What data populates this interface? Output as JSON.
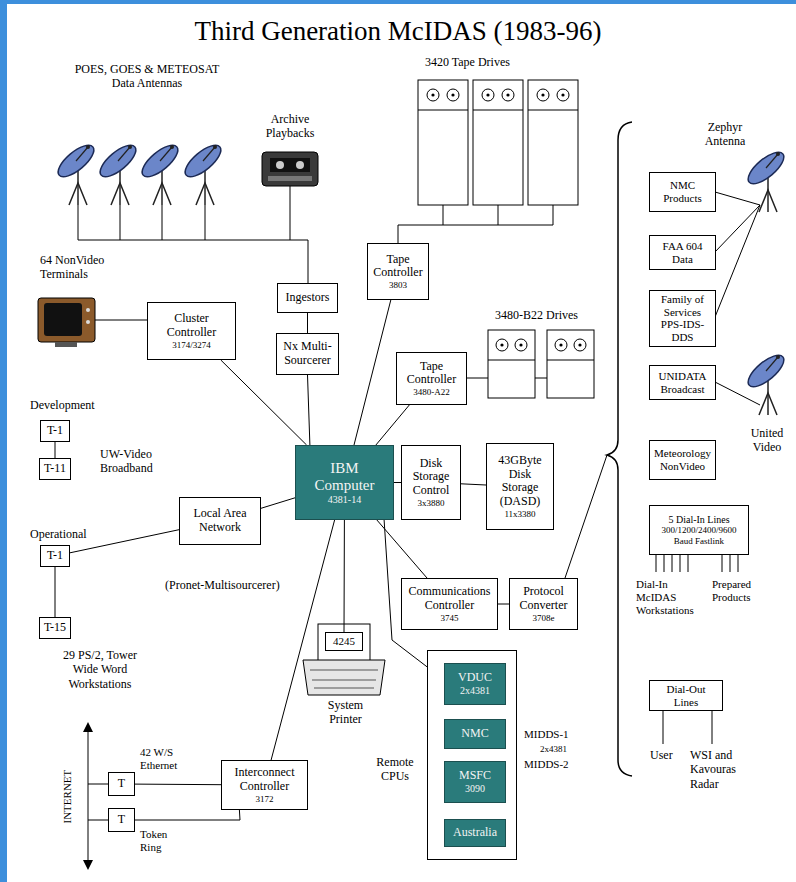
{
  "diagram": {
    "title": "Third Generation McIDAS (1983-96)",
    "nodes": [
      {
        "text": [
          "Ingestors"
        ]
      },
      {
        "text": [
          "Tape Controller",
          "3803"
        ]
      },
      {
        "text": [
          "Cluster Controller",
          "3174/3274"
        ]
      },
      {
        "text": [
          "Nx Multi-Sourcerer"
        ]
      },
      {
        "text": [
          "Tape Controller",
          "3480-A22"
        ]
      },
      {
        "text": [
          "IBM Computer",
          "4381-14"
        ]
      },
      {
        "text": [
          "Disk Storage Control",
          "3x3880"
        ]
      },
      {
        "text": [
          "43GByte Disk Storage (DASD)",
          "11x3380"
        ]
      },
      {
        "text": [
          "T-1"
        ]
      },
      {
        "text": [
          "T-11"
        ]
      },
      {
        "text": [
          "Local Area Network"
        ]
      },
      {
        "text": [
          "T-1"
        ]
      },
      {
        "text": [
          "T-15"
        ]
      },
      {
        "text": [
          "Communications Controller",
          "3745"
        ]
      },
      {
        "text": [
          "Protocol Converter",
          "3708e"
        ]
      },
      {
        "text": [
          "4245"
        ]
      },
      {
        "text": [
          "Remote CPUs"
        ]
      },
      {
        "text": [
          "VDUC",
          "2x4381"
        ],
        "in": 16
      },
      {
        "text": [
          "NMC"
        ],
        "in": 16
      },
      {
        "text": [
          "MSFC",
          "3090"
        ],
        "in": 16
      },
      {
        "text": [
          "Australia"
        ],
        "in": 16
      },
      {
        "text": [
          "T"
        ]
      },
      {
        "text": [
          "T"
        ]
      },
      {
        "text": [
          "Interconnect Controller",
          "3172"
        ]
      },
      {
        "text": [
          "NMC Products"
        ]
      },
      {
        "text": [
          "FAA 604 Data"
        ]
      },
      {
        "text": [
          "Family of Services PPS-IDS-DDS"
        ]
      },
      {
        "text": [
          "UNIDATA Broadcast"
        ]
      },
      {
        "text": [
          "Meteorology NonVideo"
        ]
      },
      {
        "text": [
          "5 Dial-In Lines",
          "300/1200/2400/9600 Baud Fastlink"
        ]
      },
      {
        "text": [
          "Dial-Out Lines"
        ]
      }
    ],
    "edges": [
      {
        "from": 5,
        "to": 3,
        "arrow": "none"
      },
      {
        "from": 3,
        "to": 0,
        "arrow": "none"
      },
      {
        "from": 5,
        "to": 2,
        "arrow": "none"
      },
      {
        "from": 5,
        "to": 1,
        "arrow": "none"
      },
      {
        "from": 5,
        "to": 4,
        "arrow": "none"
      },
      {
        "from": 5,
        "to": 6,
        "arrow": "none"
      },
      {
        "from": 6,
        "to": 7,
        "arrow": "none"
      },
      {
        "from": 5,
        "to": 10,
        "arrow": "none"
      },
      {
        "from": 10,
        "to": 11,
        "arrow": "none"
      },
      {
        "from": 8,
        "to": 9,
        "arrow": "none"
      },
      {
        "from": 11,
        "to": 12,
        "arrow": "none"
      },
      {
        "from": 5,
        "to": 15,
        "arrow": "none"
      },
      {
        "from": 5,
        "to": 13,
        "arrow": "none"
      },
      {
        "from": 13,
        "to": 14,
        "arrow": "none"
      },
      {
        "from": 5,
        "to": 16,
        "arrow": "none"
      },
      {
        "from": 5,
        "to": 23,
        "arrow": "none"
      },
      {
        "from": 21,
        "to": 23,
        "arrow": "none"
      },
      {
        "from": 22,
        "to": 23,
        "arrow": "none"
      }
    ],
    "labels": [
      "POES, GOES & METEOSAT Data Antennas",
      "Archive Playbacks",
      "3420 Tape Drives",
      "64 NonVideo Terminals",
      "3480-B22 Drives",
      "Development",
      "UW-Video Broadband",
      "Operational",
      "(Pronet-Multisourcerer)",
      "29 PS/2, Tower Wide Word Workstations",
      "System Printer",
      "MIDDS-1",
      "2x4381",
      "MIDDS-2",
      "42 W/S Ethernet",
      "Token Ring",
      "INTERNET",
      "Zephyr Antenna",
      "United Video",
      "Dial-In McIDAS Workstations",
      "Prepared Products",
      "User",
      "WSI and Kavouras Radar"
    ]
  }
}
